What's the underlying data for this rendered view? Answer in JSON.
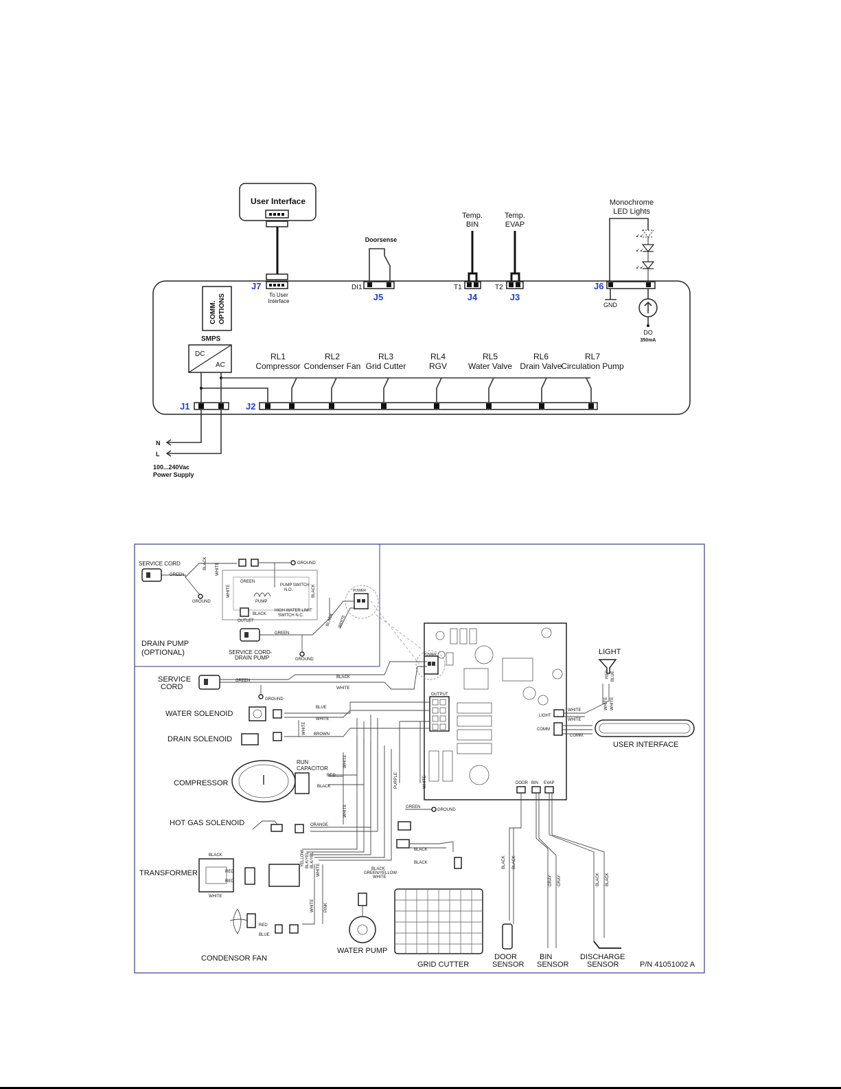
{
  "schematic": {
    "user_interface": "User Interface",
    "j7": "J7",
    "j7_label": [
      "To User",
      "Interface"
    ],
    "comm_options": [
      "COMM.",
      "OPTIONS"
    ],
    "smps": "SMPS",
    "smps_dc": "DC",
    "smps_ac": "AC",
    "doorsense": "Doorsense",
    "di1": "DI1",
    "j5": "J5",
    "temp_bin": [
      "Temp.",
      "BIN"
    ],
    "temp_evap": [
      "Temp.",
      "EVAP"
    ],
    "t1": "T1",
    "t2": "T2",
    "j4": "J4",
    "j3": "J3",
    "led_lights": [
      "Monochrome",
      "LED Lights"
    ],
    "j6": "J6",
    "gnd": "GND",
    "do": "DO",
    "do_current": "350mA",
    "j1": "J1",
    "j2": "J2",
    "relays": [
      {
        "id": "RL1",
        "name": "Compressor"
      },
      {
        "id": "RL2",
        "name": "Condenser Fan"
      },
      {
        "id": "RL3",
        "name": "Grid Cutter"
      },
      {
        "id": "RL4",
        "name": "RGV"
      },
      {
        "id": "RL5",
        "name": "Water Valve"
      },
      {
        "id": "RL6",
        "name": "Drain Valve"
      },
      {
        "id": "RL7",
        "name": "Circulation Pump"
      }
    ],
    "n": "N",
    "l": "L",
    "power_supply": [
      "100...240Vac",
      "Power Supply"
    ]
  },
  "wiring": {
    "drain_pump_box": {
      "service_cord": "SERVICE CORD",
      "green": "GREEN",
      "ground": "GROUND",
      "black": "BLACK",
      "white": "WHITE",
      "pump_switch": [
        "PUMP SWITCH",
        "N.O."
      ],
      "pump": "PUMP",
      "high_water": [
        "HIGH WATER LIMIT",
        "SWITCH N.C."
      ],
      "outlet": "OUTLET",
      "power": "POWER",
      "drain_pump": [
        "DRAIN PUMP",
        "(OPTIONAL)"
      ],
      "service_cord_drain": [
        "SERVICE CORD-",
        "DRAIN PUMP"
      ]
    },
    "components": {
      "service_cord": [
        "SERVICE",
        "CORD"
      ],
      "water_solenoid": "WATER  SOLENOID",
      "drain_solenoid": "DRAIN SOLENOID",
      "compressor": "COMPRESSOR",
      "run_capacitor": [
        "RUN",
        "CAPACITOR"
      ],
      "hot_gas_solenoid": "HOT GAS SOLENOID",
      "transformer": "TRANSFORMER",
      "condensor_fan": "CONDENSOR FAN",
      "water_pump": "WATER PUMP",
      "grid_cutter": "GRID CUTTER",
      "door_sensor": [
        "DOOR",
        "SENSOR"
      ],
      "bin_sensor": [
        "BIN",
        "SENSOR"
      ],
      "discharge_sensor": [
        "DISCHARGE",
        "SENSOR"
      ],
      "part_number": "P/N 41051002 A",
      "light": "LIGHT",
      "user_interface": "USER INTERFACE"
    },
    "board": {
      "power": "POWER",
      "output": "OUTPUT",
      "light": "LIGHT",
      "comm": "COMM",
      "door": "DOOR",
      "bin": "BIN",
      "evap": "EVAP"
    },
    "wire_colors": {
      "black": "BLACK",
      "white": "WHITE",
      "green": "GREEN",
      "ground": "GROUND",
      "blue": "BLUE",
      "brown": "BROWN",
      "red": "RED",
      "orange": "ORANGE",
      "purple": "PURPLE",
      "yellow": "YELLOW",
      "bk_yel": "BLK/YEL",
      "pink": "PINK",
      "gray": "GRAY",
      "green_yellow": "GREEN/YELLOW",
      "comm": "COMM."
    }
  }
}
